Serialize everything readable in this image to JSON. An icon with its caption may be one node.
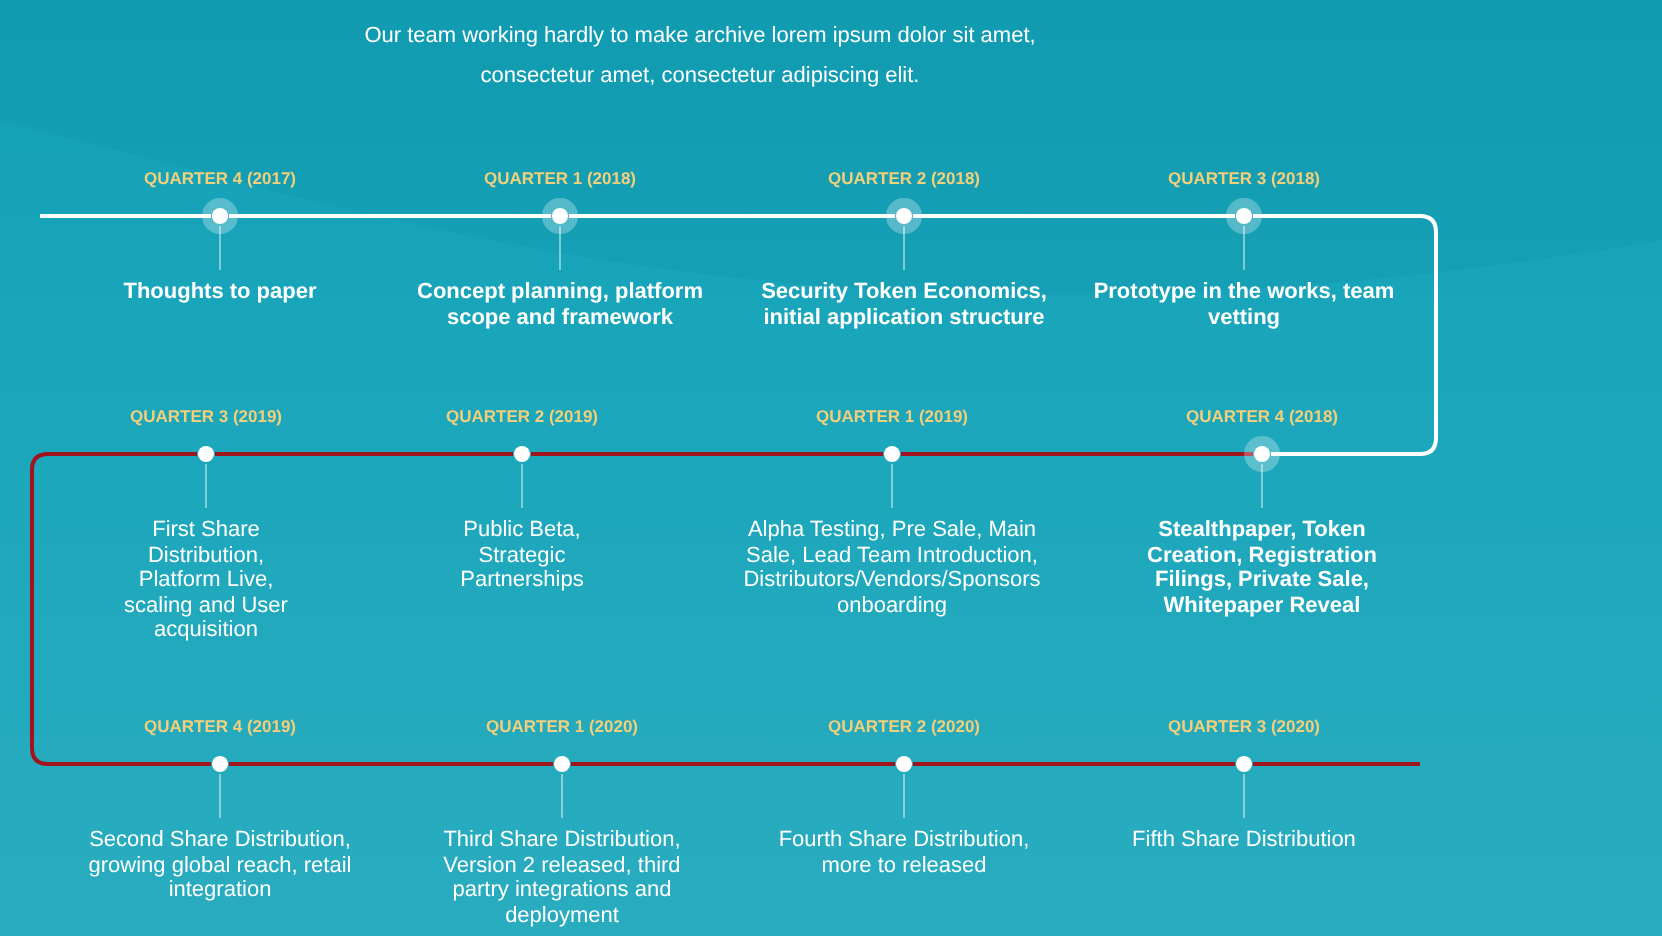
{
  "diagram": {
    "title": "Our team working hardly to make archive lorem ipsum dolor sit amet, consectetur amet, consectetur adipiscing elit.",
    "nodes": [
      {
        "text": [],
        "shape": "circle",
        "beside": [
          "QUARTER 4 (2017)",
          "Thoughts to paper"
        ]
      },
      {
        "text": [],
        "shape": "circle",
        "beside": [
          "QUARTER 1 (2018)",
          "Concept planning, platform scope and framework"
        ]
      },
      {
        "text": [],
        "shape": "circle",
        "beside": [
          "QUARTER 2 (2018)",
          "Security Token Economics, initial application structure"
        ]
      },
      {
        "text": [],
        "shape": "circle",
        "beside": [
          "QUARTER 3 (2018)",
          "Prototype in the works, team vetting"
        ]
      },
      {
        "text": [],
        "shape": "circle",
        "beside": [
          "QUARTER 4 (2018)",
          "Stealthpaper, Token Creation, Registration Filings, Private Sale, Whitepaper Reveal"
        ]
      },
      {
        "text": [],
        "shape": "circle",
        "beside": [
          "QUARTER 1 (2019)",
          "Alpha Testing, Pre Sale, Main Sale, Lead Team Introduction, Distributors/Vendors/Sponsors onboarding"
        ]
      },
      {
        "text": [],
        "shape": "circle",
        "beside": [
          "QUARTER 2 (2019)",
          "Public Beta, Strategic Partnerships"
        ]
      },
      {
        "text": [],
        "shape": "circle",
        "beside": [
          "QUARTER 3 (2019)",
          "First Share Distribution, Platform Live, scaling and User acquisition"
        ]
      },
      {
        "text": [],
        "shape": "circle",
        "beside": [
          "QUARTER 4 (2019)",
          "Second Share Distribution, growing global reach, retail integration"
        ]
      },
      {
        "text": [],
        "shape": "circle",
        "beside": [
          "QUARTER 1 (2020)",
          "Third Share Distribution, Version 2 released, third partry integrations and deployment"
        ]
      },
      {
        "text": [],
        "shape": "circle",
        "beside": [
          "QUARTER 2 (2020)",
          "Fourth Share Distribution, more to released"
        ]
      },
      {
        "text": [],
        "shape": "circle",
        "beside": [
          "QUARTER 3 (2020)",
          "Fifth Share Distribution"
        ]
      }
    ],
    "edges": [
      {
        "from": null,
        "to": 0,
        "arrow": "none",
        "color": "#ffffff"
      },
      {
        "from": 0,
        "to": 1,
        "arrow": "none",
        "color": "#ffffff"
      },
      {
        "from": 1,
        "to": 2,
        "arrow": "none",
        "color": "#ffffff"
      },
      {
        "from": 2,
        "to": 3,
        "arrow": "none",
        "color": "#ffffff"
      },
      {
        "from": 3,
        "to": 4,
        "arrow": "none",
        "color": "#ffffff"
      },
      {
        "from": 4,
        "to": 5,
        "arrow": "none"
      },
      {
        "from": 5,
        "to": 6,
        "arrow": "none"
      },
      {
        "from": 6,
        "to": 7,
        "arrow": "none"
      },
      {
        "from": 7,
        "to": 8,
        "arrow": "none"
      },
      {
        "from": 8,
        "to": 9,
        "arrow": "none"
      },
      {
        "from": 9,
        "to": 10,
        "arrow": "none"
      },
      {
        "from": 10,
        "to": 11,
        "arrow": "none"
      },
      {
        "from": 11,
        "to": null,
        "arrow": "none"
      }
    ]
  }
}
